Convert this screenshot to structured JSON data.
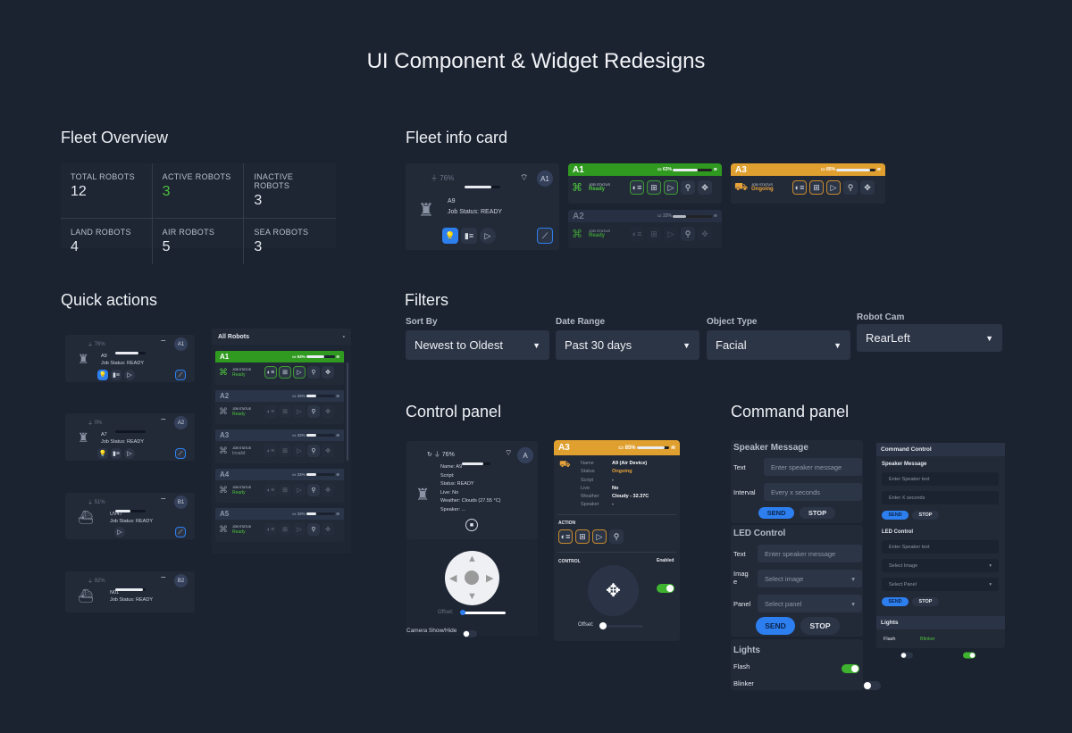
{
  "title": "UI Component & Widget Redesigns",
  "sections": {
    "fleet_overview": "Fleet Overview",
    "fleet_info": "Fleet info card",
    "quick_actions": "Quick actions",
    "filters": "Filters",
    "control_panel": "Control panel",
    "command_panel": "Command panel"
  },
  "stats": [
    {
      "label": "TOTAL ROBOTS",
      "value": "12"
    },
    {
      "label": "ACTIVE ROBOTS",
      "value": "3"
    },
    {
      "label": "INACTIVE ROBOTS",
      "value": "3"
    },
    {
      "label": "LAND ROBOTS",
      "value": "4"
    },
    {
      "label": "AIR ROBOTS",
      "value": "5"
    },
    {
      "label": "SEA ROBOTS",
      "value": "3"
    }
  ],
  "info_card": {
    "battery": "76%",
    "battery_level": 0.76,
    "badge": "A1",
    "name": "A9",
    "status": "Job Status: READY"
  },
  "mini_cards": [
    {
      "id": "A1",
      "battery": "63%",
      "level": 0.63,
      "job_label": "JOB STATUS",
      "job": "Ready",
      "color": "#2f9a1f"
    },
    {
      "id": "A2",
      "battery": "33%",
      "level": 0.33,
      "job_label": "JOB STATUS",
      "job": "Ready",
      "color": "#2b3549"
    },
    {
      "id": "A3",
      "battery": "85%",
      "level": 0.85,
      "job_label": "JOB STATUS",
      "job": "Ongoing",
      "color": "#e0a030"
    }
  ],
  "quick_cards": [
    {
      "battery": "76%",
      "level": 0.76,
      "badge": "A1",
      "name": "A9",
      "status": "Job Status: READY"
    },
    {
      "battery": "0%",
      "level": 0,
      "badge": "A2",
      "name": "A7",
      "status": "Job Status: READY"
    },
    {
      "battery": "51%",
      "level": 0.51,
      "badge": "B1",
      "name": "UV47",
      "status": "Job Status: READY"
    },
    {
      "battery": "92%",
      "level": 0.92,
      "badge": "B2",
      "name": "N01",
      "status": "Job Status: READY"
    }
  ],
  "robot_list": {
    "filter": "All Robots",
    "items": [
      {
        "id": "A1",
        "battery": "63%",
        "level": 0.63,
        "job": "Ready"
      },
      {
        "id": "A2",
        "battery": "33%",
        "level": 0.33,
        "job": "Ready"
      },
      {
        "id": "A3",
        "battery": "33%",
        "level": 0.33,
        "job": "Invalid"
      },
      {
        "id": "A4",
        "battery": "33%",
        "level": 0.33,
        "job": "Ready"
      },
      {
        "id": "A5",
        "battery": "33%",
        "level": 0.33,
        "job": "Ready"
      }
    ]
  },
  "filters": [
    {
      "label": "Sort By",
      "value": "Newest to Oldest"
    },
    {
      "label": "Date Range",
      "value": "Past 30 days"
    },
    {
      "label": "Object Type",
      "value": "Facial"
    },
    {
      "label": "Robot Cam",
      "value": "RearLeft"
    }
  ],
  "control_left": {
    "battery": "76%",
    "level": 0.76,
    "badge": "A",
    "lines": [
      "Name: A9",
      "Script:",
      "Status: READY",
      "Live: No",
      "Weather: Clouds (27.55 °C)",
      "Speaker: ..."
    ],
    "offset_label": "Offset:",
    "offset": 0,
    "camera_label": "Camera Show/Hide",
    "camera_on": false
  },
  "control_right": {
    "id": "A3",
    "battery": "85%",
    "level": 0.85,
    "fields": [
      {
        "k": "Name",
        "v": "A9 (Air Device)"
      },
      {
        "k": "Status",
        "v": "Ongoing"
      },
      {
        "k": "Script",
        "v": "-"
      },
      {
        "k": "Live",
        "v": "No"
      },
      {
        "k": "Weather",
        "v": "Cloudy - 32.37C"
      },
      {
        "k": "Speaker",
        "v": "-"
      }
    ],
    "action_label": "ACTION",
    "control_label": "CONTROL",
    "enabled_label": "Enabled",
    "offset_label": "Offset:",
    "offset": 0
  },
  "command_left": {
    "speaker_title": "Speaker Message",
    "text_label": "Text",
    "text_ph": "Enter speaker message",
    "interval_label": "Interval",
    "interval_ph": "Every x seconds",
    "send": "SEND",
    "stop": "STOP",
    "led_title": "LED Control",
    "led_text_label": "Text",
    "led_text_ph": "Enter speaker message",
    "image_label": "Imag e",
    "image_ph": "Select image",
    "panel_label": "Panel",
    "panel_ph": "Select panel",
    "lights_title": "Lights",
    "flash": "Flash",
    "blinker": "Blinker"
  },
  "command_right": {
    "title": "Command Control",
    "speaker_title": "Speaker Message",
    "text_ph": "Enter Speaker text",
    "interval_ph": "Enter X seconds",
    "send": "SEND",
    "stop": "STOP",
    "led_title": "LED Control",
    "led_text_ph": "Enter Speaker text",
    "image_ph": "Select Image",
    "panel_ph": "Select Panel",
    "lights_title": "Lights",
    "flash": "Flash",
    "blinker": "Blinker"
  }
}
